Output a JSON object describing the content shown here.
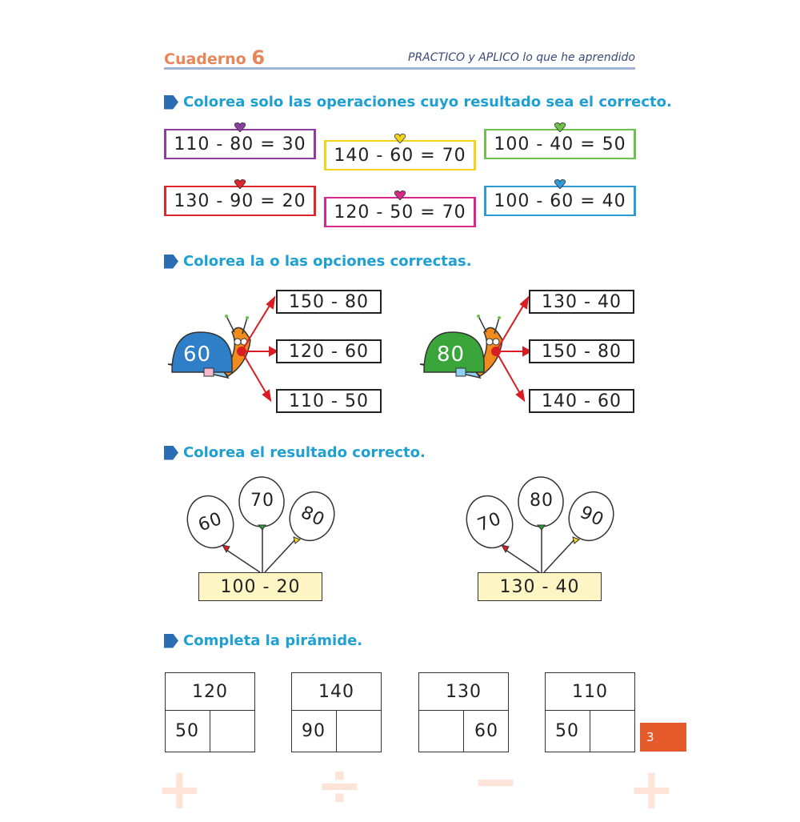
{
  "header": {
    "title_word": "Cuaderno",
    "title_num": "6",
    "subtitle": "PRACTICO y APLICO lo que he aprendido"
  },
  "section1": {
    "heading": "Colorea solo las operaciones cuyo resultado sea el correcto.",
    "ops": [
      {
        "text": "110 - 80 = 30",
        "color": "#8e3ea0",
        "heart": "#8e3ea0"
      },
      {
        "text": "140 - 60 = 70",
        "color": "#f3d41a",
        "heart": "#f3d41a"
      },
      {
        "text": "100 - 40 = 50",
        "color": "#6cc24a",
        "heart": "#6cc24a"
      },
      {
        "text": "130 - 90 = 20",
        "color": "#e0262b",
        "heart": "#e0262b"
      },
      {
        "text": "120 - 50 = 70",
        "color": "#d8298a",
        "heart": "#d8298a"
      },
      {
        "text": "100 - 60 = 40",
        "color": "#2e9ad6",
        "heart": "#2e9ad6"
      }
    ]
  },
  "section2": {
    "heading": "Colorea la o las opciones correctas.",
    "snail_left": {
      "value": "60",
      "shell_color": "#2e7fc7",
      "options": [
        "150 - 80",
        "120 - 60",
        "110 - 50"
      ]
    },
    "snail_right": {
      "value": "80",
      "shell_color": "#3aa53a",
      "options": [
        "130 - 40",
        "150 - 80",
        "140 - 60"
      ]
    }
  },
  "section3": {
    "heading": "Colorea el resultado correcto.",
    "group_left": {
      "balloons": [
        "60",
        "70",
        "80"
      ],
      "operation": "100 - 20"
    },
    "group_right": {
      "balloons": [
        "70",
        "80",
        "90"
      ],
      "operation": "130 - 40"
    }
  },
  "section4": {
    "heading": "Completa la pirámide.",
    "pyramids": [
      {
        "top": "120",
        "left": "50",
        "right": ""
      },
      {
        "top": "140",
        "left": "90",
        "right": ""
      },
      {
        "top": "130",
        "left": "",
        "right": "60"
      },
      {
        "top": "110",
        "left": "50",
        "right": ""
      }
    ]
  },
  "page_number": "3"
}
